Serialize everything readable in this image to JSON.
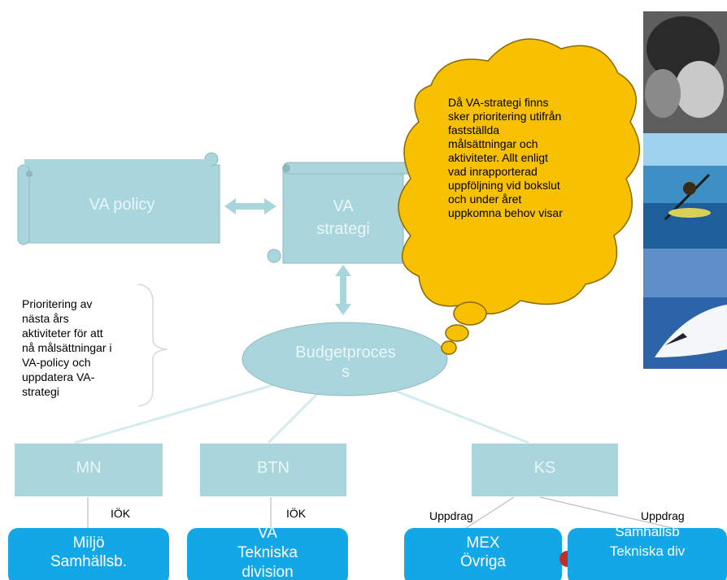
{
  "shapes": {
    "va_policy": "VA policy",
    "va_strategi_line1": "VA",
    "va_strategi_line2": "strategi",
    "budget_line1": "Budgetproces",
    "budget_line2": "s",
    "mn": "MN",
    "btn": "BTN",
    "ks": "KS"
  },
  "blue_boxes": {
    "miljo_line1": "Miljö",
    "miljo_line2": "Samhällsb.",
    "va_line1": "VA",
    "va_line2": "Tekniska",
    "va_line3": "division",
    "mex_line1": "MEX",
    "mex_line2": "Övriga",
    "samh_line1": "Samhällsb",
    "samh_line2": "Tekniska div"
  },
  "connector_labels": {
    "iok_left": "IÖK",
    "iok_right": "IÖK",
    "uppdrag_left": "Uppdrag",
    "uppdrag_right": "Uppdrag"
  },
  "note": {
    "line1": "Prioritering  av",
    "line2": "nästa års",
    "line3": "aktiviteter för att",
    "line4": "nå målsättningar i",
    "line5": "VA-policy och",
    "line6": "uppdatera VA-",
    "line7": "strategi"
  },
  "cloud": {
    "line1": "Då VA-strategi finns",
    "line2": "sker prioritering  utifrån",
    "line3": "fastställda",
    "line4": "målsättningar och",
    "line5": "aktiviteter.  Allt enligt",
    "line6": "vad inrapporterad",
    "line7": "uppföljning  vid bokslut",
    "line8": "och under året",
    "line9": "uppkomna behov visar"
  },
  "colors": {
    "teal": "#a9d6dc",
    "blue": "#12a7e6",
    "cloud": "#f7c000"
  },
  "images": [
    "children-photo",
    "kayaker-photo",
    "airplane-photo"
  ]
}
